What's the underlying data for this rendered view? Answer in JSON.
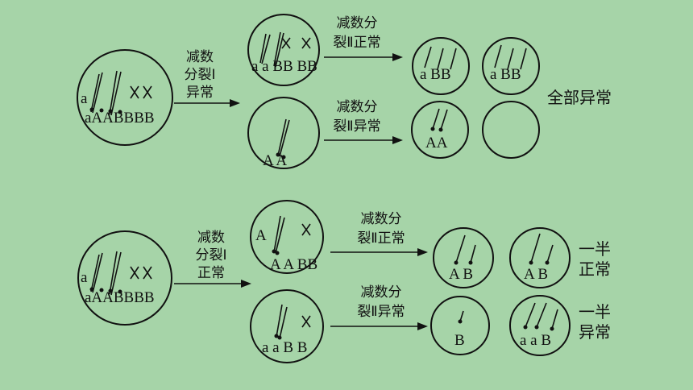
{
  "top": {
    "parent_left": "a",
    "parent_bottom": "aAABBBB",
    "meiosis1_label": [
      "减数",
      "分裂Ⅰ",
      "异常"
    ],
    "d1": "a a BB BB",
    "d2": "A A",
    "meiosis2_label_top": [
      "减数分",
      "裂Ⅱ正常"
    ],
    "meiosis2_label_bottom": [
      "减数分",
      "裂Ⅱ异常"
    ],
    "g1": "a BB",
    "g2": "a BB",
    "g3": "AA",
    "conclusion": "全部异常"
  },
  "bottom": {
    "parent_left": "a",
    "parent_bottom": "aAABBBB",
    "meiosis1_label": [
      "减数",
      "分裂Ⅰ",
      "正常"
    ],
    "d1": "A A BB",
    "d2": "a a B B",
    "meiosis2_label_top": [
      "减数分",
      "裂Ⅱ正常"
    ],
    "meiosis2_label_bottom": [
      "减数分",
      "裂Ⅱ异常"
    ],
    "g1": "A B",
    "g2": "A B",
    "g3": "B",
    "g4": "a a B",
    "conclusion_top": [
      "一半",
      "正常"
    ],
    "conclusion_bottom": [
      "一半",
      "异常"
    ]
  }
}
